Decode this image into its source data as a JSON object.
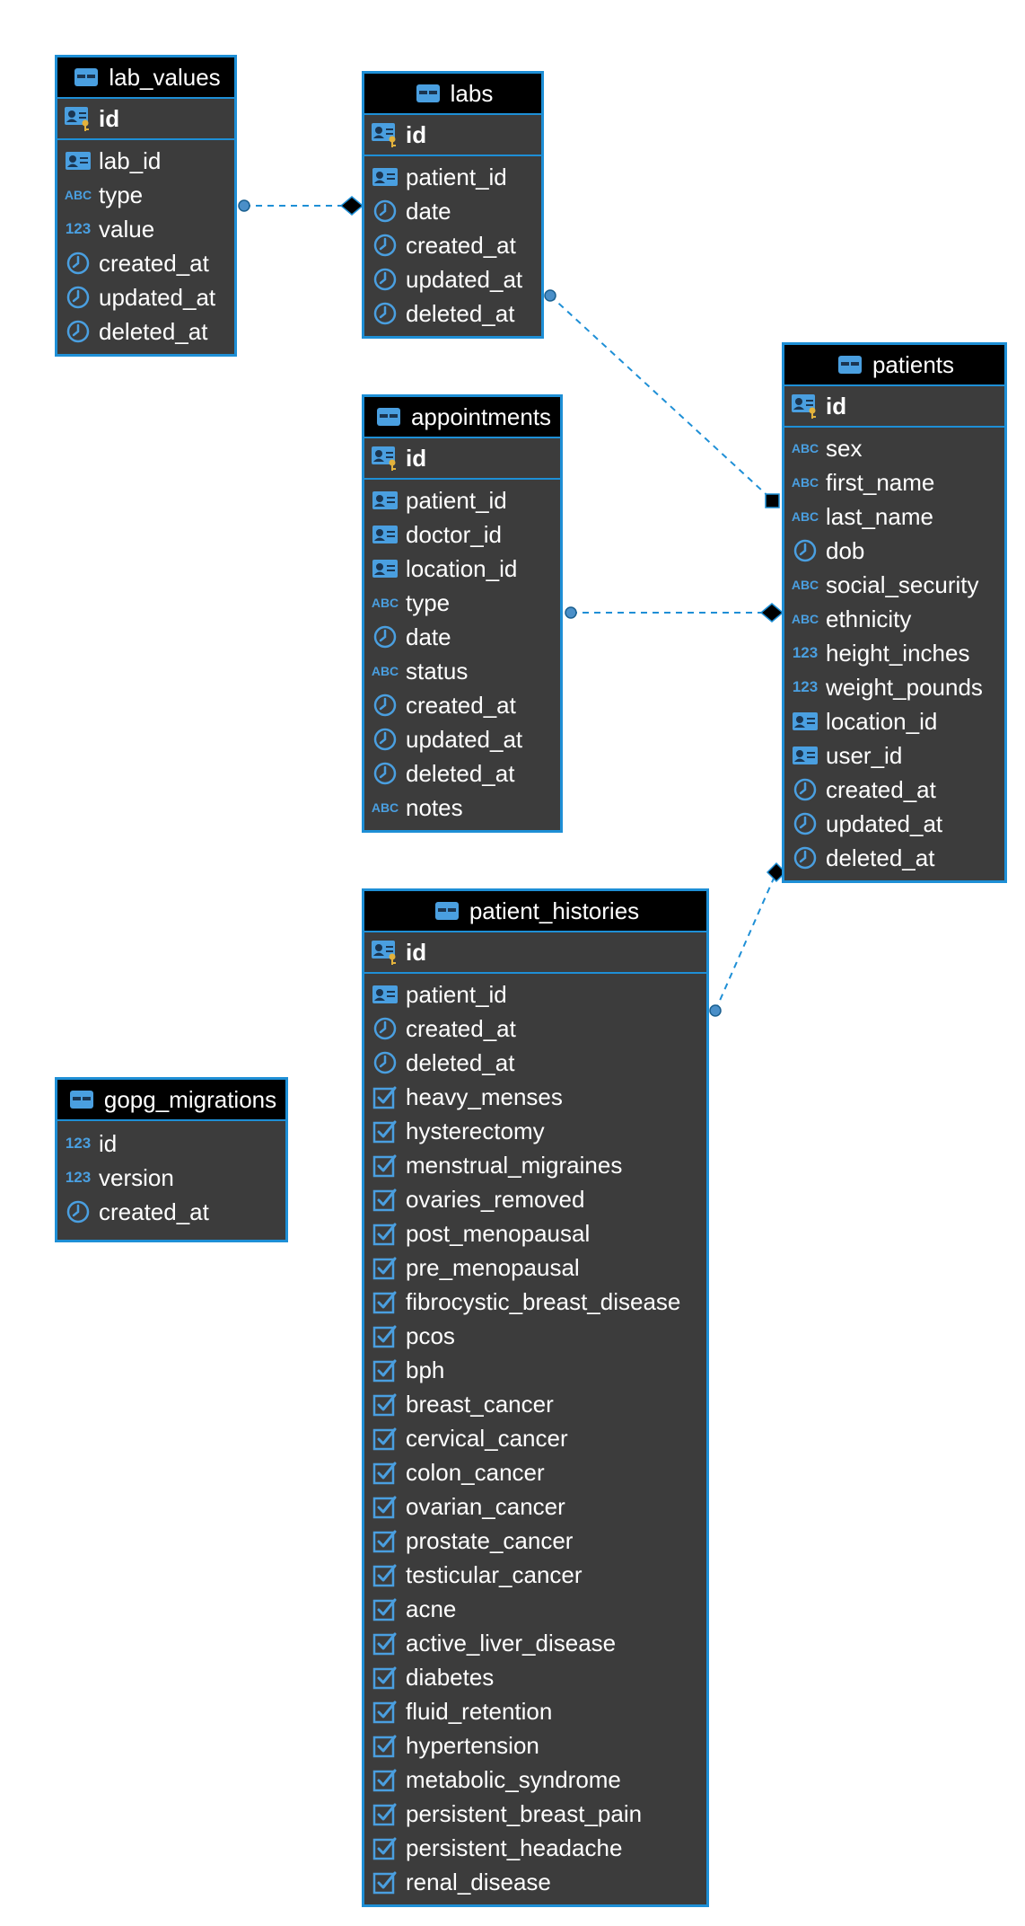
{
  "colors": {
    "accent": "#1e8fd6",
    "body": "#3c3c3c",
    "header": "#000000",
    "text": "#ffffff",
    "connector": "#1e8fd6"
  },
  "tables": [
    {
      "name": "lab_values",
      "columns": [
        {
          "name": "id",
          "type": "key",
          "pk": true
        },
        {
          "name": "lab_id",
          "type": "fk"
        },
        {
          "name": "type",
          "type": "text"
        },
        {
          "name": "value",
          "type": "number"
        },
        {
          "name": "created_at",
          "type": "timestamp"
        },
        {
          "name": "updated_at",
          "type": "timestamp"
        },
        {
          "name": "deleted_at",
          "type": "timestamp"
        }
      ]
    },
    {
      "name": "labs",
      "columns": [
        {
          "name": "id",
          "type": "key",
          "pk": true
        },
        {
          "name": "patient_id",
          "type": "fk"
        },
        {
          "name": "date",
          "type": "timestamp"
        },
        {
          "name": "created_at",
          "type": "timestamp"
        },
        {
          "name": "updated_at",
          "type": "timestamp"
        },
        {
          "name": "deleted_at",
          "type": "timestamp"
        }
      ]
    },
    {
      "name": "appointments",
      "columns": [
        {
          "name": "id",
          "type": "key",
          "pk": true
        },
        {
          "name": "patient_id",
          "type": "fk"
        },
        {
          "name": "doctor_id",
          "type": "fk"
        },
        {
          "name": "location_id",
          "type": "fk"
        },
        {
          "name": "type",
          "type": "text"
        },
        {
          "name": "date",
          "type": "timestamp"
        },
        {
          "name": "status",
          "type": "text"
        },
        {
          "name": "created_at",
          "type": "timestamp"
        },
        {
          "name": "updated_at",
          "type": "timestamp"
        },
        {
          "name": "deleted_at",
          "type": "timestamp"
        },
        {
          "name": "notes",
          "type": "text"
        }
      ]
    },
    {
      "name": "patients",
      "columns": [
        {
          "name": "id",
          "type": "key",
          "pk": true
        },
        {
          "name": "sex",
          "type": "text"
        },
        {
          "name": "first_name",
          "type": "text"
        },
        {
          "name": "last_name",
          "type": "text"
        },
        {
          "name": "dob",
          "type": "timestamp"
        },
        {
          "name": "social_security",
          "type": "text"
        },
        {
          "name": "ethnicity",
          "type": "text"
        },
        {
          "name": "height_inches",
          "type": "number"
        },
        {
          "name": "weight_pounds",
          "type": "number"
        },
        {
          "name": "location_id",
          "type": "fk"
        },
        {
          "name": "user_id",
          "type": "fk"
        },
        {
          "name": "created_at",
          "type": "timestamp"
        },
        {
          "name": "updated_at",
          "type": "timestamp"
        },
        {
          "name": "deleted_at",
          "type": "timestamp"
        }
      ]
    },
    {
      "name": "patient_histories",
      "columns": [
        {
          "name": "id",
          "type": "key",
          "pk": true
        },
        {
          "name": "patient_id",
          "type": "fk"
        },
        {
          "name": "created_at",
          "type": "timestamp"
        },
        {
          "name": "deleted_at",
          "type": "timestamp"
        },
        {
          "name": "heavy_menses",
          "type": "bool"
        },
        {
          "name": "hysterectomy",
          "type": "bool"
        },
        {
          "name": "menstrual_migraines",
          "type": "bool"
        },
        {
          "name": "ovaries_removed",
          "type": "bool"
        },
        {
          "name": "post_menopausal",
          "type": "bool"
        },
        {
          "name": "pre_menopausal",
          "type": "bool"
        },
        {
          "name": "fibrocystic_breast_disease",
          "type": "bool"
        },
        {
          "name": "pcos",
          "type": "bool"
        },
        {
          "name": "bph",
          "type": "bool"
        },
        {
          "name": "breast_cancer",
          "type": "bool"
        },
        {
          "name": "cervical_cancer",
          "type": "bool"
        },
        {
          "name": "colon_cancer",
          "type": "bool"
        },
        {
          "name": "ovarian_cancer",
          "type": "bool"
        },
        {
          "name": "prostate_cancer",
          "type": "bool"
        },
        {
          "name": "testicular_cancer",
          "type": "bool"
        },
        {
          "name": "acne",
          "type": "bool"
        },
        {
          "name": "active_liver_disease",
          "type": "bool"
        },
        {
          "name": "diabetes",
          "type": "bool"
        },
        {
          "name": "fluid_retention",
          "type": "bool"
        },
        {
          "name": "hypertension",
          "type": "bool"
        },
        {
          "name": "metabolic_syndrome",
          "type": "bool"
        },
        {
          "name": "persistent_breast_pain",
          "type": "bool"
        },
        {
          "name": "persistent_headache",
          "type": "bool"
        },
        {
          "name": "renal_disease",
          "type": "bool"
        }
      ]
    },
    {
      "name": "gopg_migrations",
      "columns": [
        {
          "name": "id",
          "type": "number"
        },
        {
          "name": "version",
          "type": "number"
        },
        {
          "name": "created_at",
          "type": "timestamp"
        }
      ]
    }
  ],
  "relationships": [
    {
      "from": "lab_values",
      "to": "labs"
    },
    {
      "from": "labs",
      "to": "patients"
    },
    {
      "from": "appointments",
      "to": "patients"
    },
    {
      "from": "patient_histories",
      "to": "patients"
    }
  ]
}
